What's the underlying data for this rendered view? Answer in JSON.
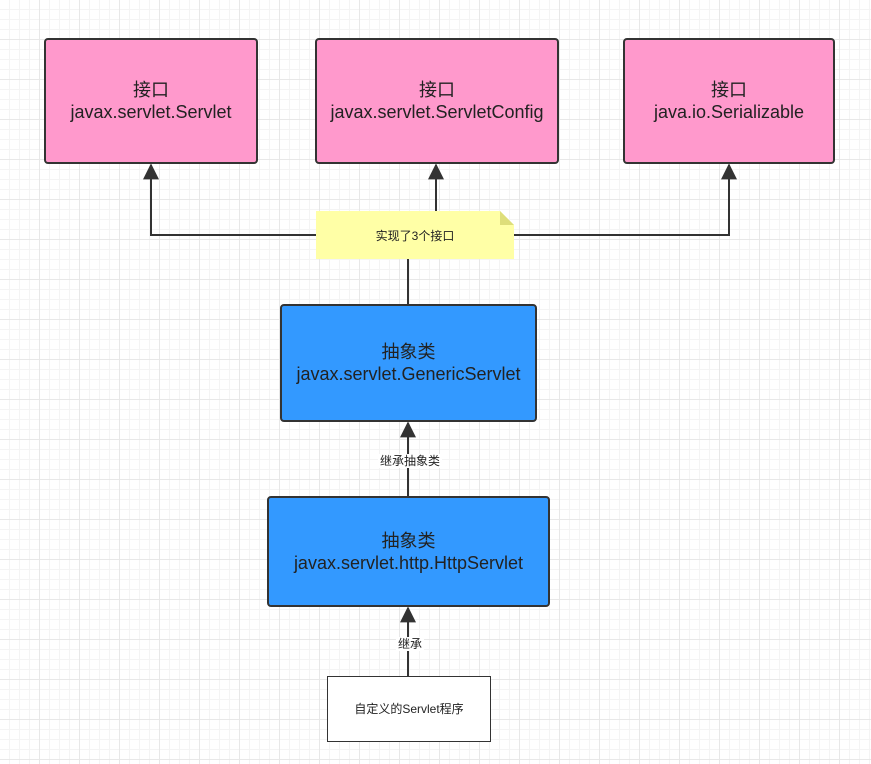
{
  "nodes": {
    "servlet": {
      "kind": "接口",
      "name": "javax.servlet.Servlet"
    },
    "servlet_config": {
      "kind": "接口",
      "name": "javax.servlet.ServletConfig"
    },
    "serializable": {
      "kind": "接口",
      "name": "java.io.Serializable"
    },
    "generic_servlet": {
      "kind": "抽象类",
      "name": "javax.servlet.GenericServlet"
    },
    "http_servlet": {
      "kind": "抽象类",
      "name": "javax.servlet.http.HttpServlet"
    },
    "custom_servlet": {
      "label": "自定义的Servlet程序"
    }
  },
  "note": {
    "text": "实现了3个接口"
  },
  "edges": {
    "extends_abstract": "继承抽象类",
    "extends": "继承"
  },
  "colors": {
    "interface_fill": "#ff99cc",
    "abstract_fill": "#3399ff",
    "note_fill": "#ffffa6",
    "line": "#333333"
  }
}
